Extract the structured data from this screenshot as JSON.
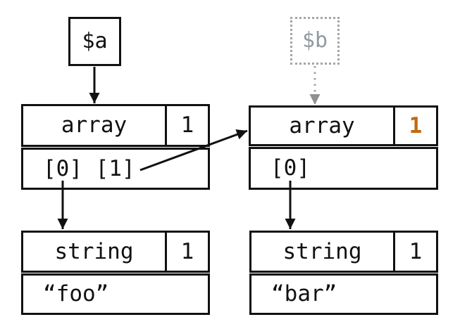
{
  "diagram": {
    "title": "php-refcount-diagram",
    "variables": [
      {
        "id": "a",
        "label": "$a",
        "style": "solid"
      },
      {
        "id": "b",
        "label": "$b",
        "style": "dotted-muted"
      }
    ],
    "nodes": [
      {
        "id": "array1",
        "type": "array",
        "refcount": "1",
        "refcount_highlight": false,
        "slots": "[0] [1]"
      },
      {
        "id": "array2",
        "type": "array",
        "refcount": "1",
        "refcount_highlight": true,
        "slots": "[0]"
      },
      {
        "id": "string1",
        "type": "string",
        "refcount": "1",
        "refcount_highlight": false,
        "value": "“foo”"
      },
      {
        "id": "string2",
        "type": "string",
        "refcount": "1",
        "refcount_highlight": false,
        "value": "“bar”"
      }
    ],
    "edges": [
      {
        "from": "$a",
        "to": "array1",
        "style": "solid"
      },
      {
        "from": "$b",
        "to": "array2",
        "style": "dotted-muted"
      },
      {
        "from": "array1[0]",
        "to": "string1",
        "style": "solid"
      },
      {
        "from": "array1[1]",
        "to": "array2",
        "style": "solid"
      },
      {
        "from": "array2[0]",
        "to": "string2",
        "style": "solid"
      }
    ],
    "colors": {
      "line": "#111111",
      "muted_gray": "#a5a5a5",
      "muted_text": "#929aa1",
      "refcount_highlight": "#c2690e",
      "background": "#ffffff"
    }
  }
}
